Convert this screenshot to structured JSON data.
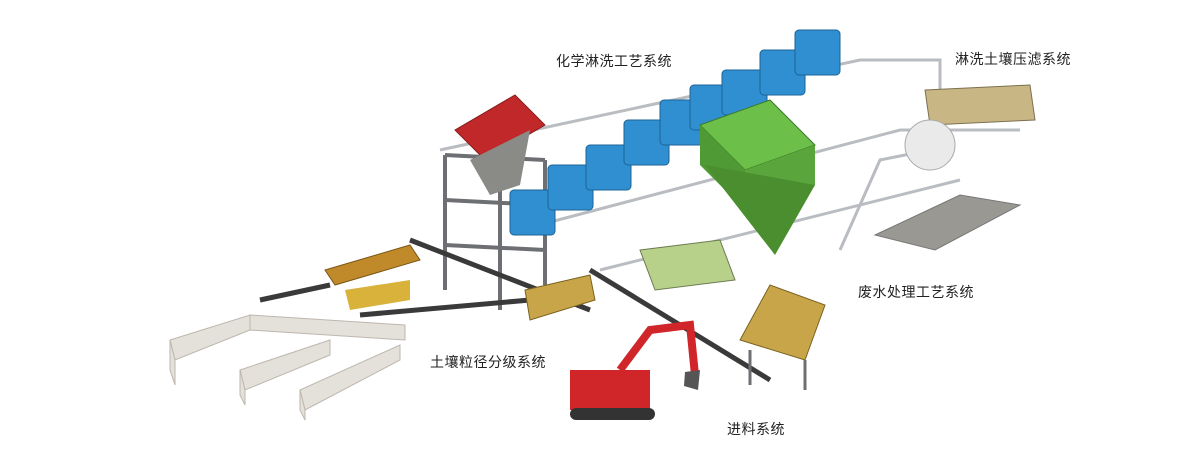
{
  "labels": {
    "chemical_washing": "化学淋洗工艺系统",
    "filter_press": "淋洗土壤压滤系统",
    "wastewater": "废水处理工艺系统",
    "soil_grading": "土壤粒径分级系统",
    "feeding": "进料系统"
  },
  "colors": {
    "tank_blue": "#2f8fd0",
    "clarifier_green": "#5aa63c",
    "screen_red": "#c0282a",
    "excavator_red": "#d0262a",
    "hopper_yellow": "#c9a54a",
    "steel_grey": "#6d6f73",
    "concrete": "#e4e0da"
  }
}
